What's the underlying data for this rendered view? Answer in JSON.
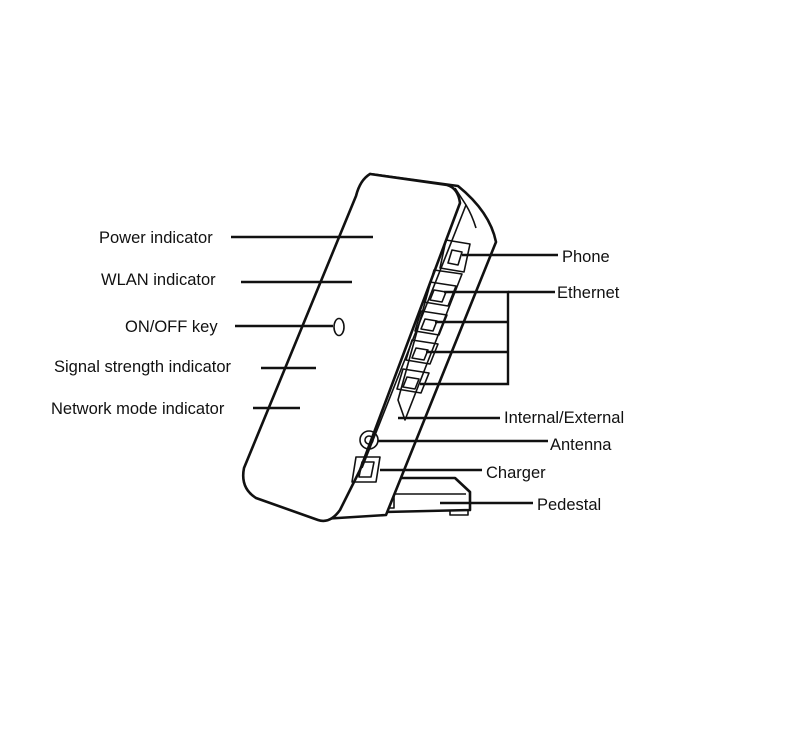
{
  "labels": {
    "power_indicator": "Power indicator",
    "wlan_indicator": "WLAN indicator",
    "on_off_key": "ON/OFF key",
    "signal_strength_indicator": "Signal strength indicator",
    "network_mode_indicator": "Network mode indicator",
    "phone": "Phone",
    "ethernet": "Ethernet",
    "internal_external": "Internal/External",
    "antenna": "Antenna",
    "charger": "Charger",
    "pedestal": "Pedestal"
  }
}
